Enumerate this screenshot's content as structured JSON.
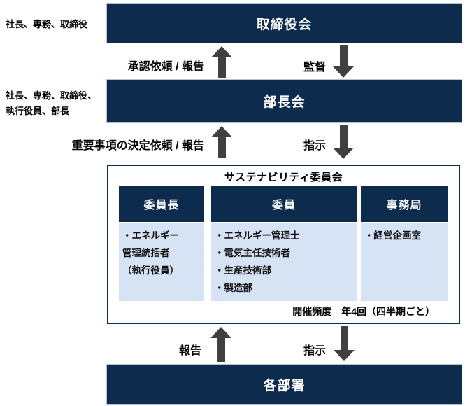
{
  "colors": {
    "navy": "#0d2b4d",
    "light_blue": "#d6e3f5",
    "arrow_gray": "#404040",
    "panel_border": "#0d2b4d"
  },
  "side_notes": {
    "board": "社長、専務、取締役",
    "managers_line1": "社長、専務、取締役、",
    "managers_line2": "執行役員、部長"
  },
  "boxes": {
    "board": "取締役会",
    "managers": "部長会",
    "departments": "各部署"
  },
  "flows": {
    "board_up": "承認依頼 / 報告",
    "board_down": "監督",
    "managers_up": "重要事項の決定依頼 / 報告",
    "managers_down": "指示",
    "departments_up": "報告",
    "departments_down": "指示"
  },
  "committee": {
    "title": "サステナビリティ委員会",
    "columns": [
      {
        "header": "委員長",
        "items": [
          "・エネルギー",
          "管理統括者",
          "（執行役員）"
        ]
      },
      {
        "header": "委員",
        "items": [
          "・エネルギー管理士",
          "・電気主任技術者",
          "・生産技術部",
          "・製造部"
        ]
      },
      {
        "header": "事務局",
        "items": [
          "・経営企画室"
        ]
      }
    ],
    "frequency_note": "開催頻度　年4回（四半期ごと）"
  }
}
